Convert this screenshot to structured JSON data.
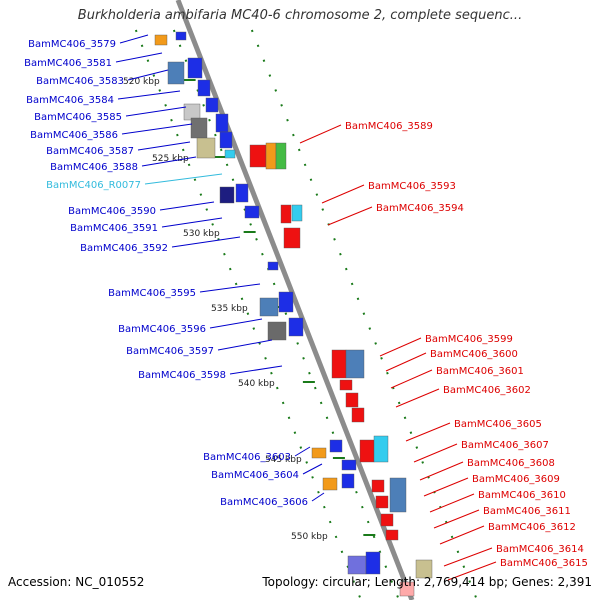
{
  "title": "Burkholderia ambifaria MC40-6 chromosome 2, complete sequenc...",
  "footer": {
    "accession": "Accession: NC_010552",
    "topology": "Topology: circular; Length: 2,769,414 bp; Genes: 2,391"
  },
  "colors": {
    "backbone": "#8c8c8c",
    "left_label": "#0000cc",
    "right_label": "#dd0000",
    "rna_label": "#33bbdd",
    "tick": "#1a7a1a"
  },
  "ticks": [
    "520 kbp",
    "525 kbp",
    "530 kbp",
    "535 kbp",
    "540 kbp",
    "545 kbp",
    "550 kbp"
  ],
  "left_labels": [
    "BamMC406_3579",
    "BamMC406_3581",
    "BamMC406_3583",
    "BamMC406_3584",
    "BamMC406_3585",
    "BamMC406_3586",
    "BamMC406_3587",
    "BamMC406_3588",
    "BamMC406_R0077",
    "BamMC406_3590",
    "BamMC406_3591",
    "BamMC406_3592",
    "BamMC406_3595",
    "BamMC406_3596",
    "BamMC406_3597",
    "BamMC406_3598",
    "BamMC406_3603",
    "BamMC406_3604",
    "BamMC406_3606"
  ],
  "right_labels": [
    "BamMC406_3589",
    "BamMC406_3593",
    "BamMC406_3594",
    "BamMC406_3599",
    "BamMC406_3600",
    "BamMC406_3601",
    "BamMC406_3602",
    "BamMC406_3605",
    "BamMC406_3607",
    "BamMC406_3608",
    "BamMC406_3609",
    "BamMC406_3610",
    "BamMC406_3611",
    "BamMC406_3612",
    "BamMC406_3614",
    "BamMC406_3615"
  ]
}
